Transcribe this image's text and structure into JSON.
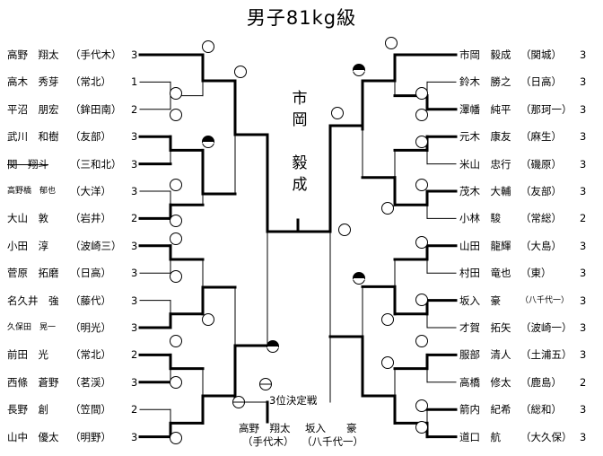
{
  "title": "男子81kg級",
  "winner": [
    "市",
    "岡",
    "",
    "毅",
    "成"
  ],
  "third_place_label": "3位決定戦",
  "third_place": [
    {
      "name": "高野　翔太",
      "school": "（手代木）"
    },
    {
      "name": "坂入　　豪",
      "school": "（八千代一）"
    }
  ],
  "left": [
    {
      "name": "高野　翔太",
      "school": "手代木",
      "num": "3"
    },
    {
      "name": "高木　秀芽",
      "school": "常北",
      "num": "1"
    },
    {
      "name": "平沼　朋宏",
      "school": "鉾田南",
      "num": "2"
    },
    {
      "name": "武川　和樹",
      "school": "友部",
      "num": "3"
    },
    {
      "name": "関　翔斗",
      "school": "三和北",
      "num": "3"
    },
    {
      "name": "高野橋　郁也",
      "school": "大洋",
      "num": "3"
    },
    {
      "name": "大山　敦",
      "school": "岩井",
      "num": "2"
    },
    {
      "name": "小田　淳",
      "school": "波崎三",
      "num": "3"
    },
    {
      "name": "菅原　拓磨",
      "school": "日高",
      "num": "3"
    },
    {
      "name": "名久井　強",
      "school": "藤代",
      "num": "3"
    },
    {
      "name": "久保田　晃一",
      "school": "明光",
      "num": "3"
    },
    {
      "name": "前田　光",
      "school": "常北",
      "num": "2"
    },
    {
      "name": "西條　蒼野",
      "school": "茗渓",
      "num": "3"
    },
    {
      "name": "長野　創",
      "school": "笠間",
      "num": "2"
    },
    {
      "name": "山中　優太",
      "school": "明野",
      "num": "3"
    }
  ],
  "right": [
    {
      "name": "市岡　毅成",
      "school": "関城",
      "num": "3"
    },
    {
      "name": "鈴木　勝之",
      "school": "日高",
      "num": "3"
    },
    {
      "name": "澤幡　純平",
      "school": "那珂一",
      "num": "3"
    },
    {
      "name": "元木　康友",
      "school": "麻生",
      "num": "3"
    },
    {
      "name": "米山　忠行",
      "school": "磯原",
      "num": "3"
    },
    {
      "name": "茂木　大輔",
      "school": "友部",
      "num": "3"
    },
    {
      "name": "小林　駿",
      "school": "常総",
      "num": "2"
    },
    {
      "name": "山田　龍輝",
      "school": "大島",
      "num": "3"
    },
    {
      "name": "村田　竜也",
      "school": "東",
      "num": "3"
    },
    {
      "name": "坂入　豪",
      "school": "八千代一",
      "num": "3"
    },
    {
      "name": "才賀　拓矢",
      "school": "波崎一",
      "num": "3"
    },
    {
      "name": "服部　清人",
      "school": "土浦五",
      "num": "3"
    },
    {
      "name": "高橋　修太",
      "school": "鹿島",
      "num": "2"
    },
    {
      "name": "箭内　紀希",
      "school": "総和",
      "num": "3"
    },
    {
      "name": "道口　航",
      "school": "大久保",
      "num": "3"
    }
  ]
}
